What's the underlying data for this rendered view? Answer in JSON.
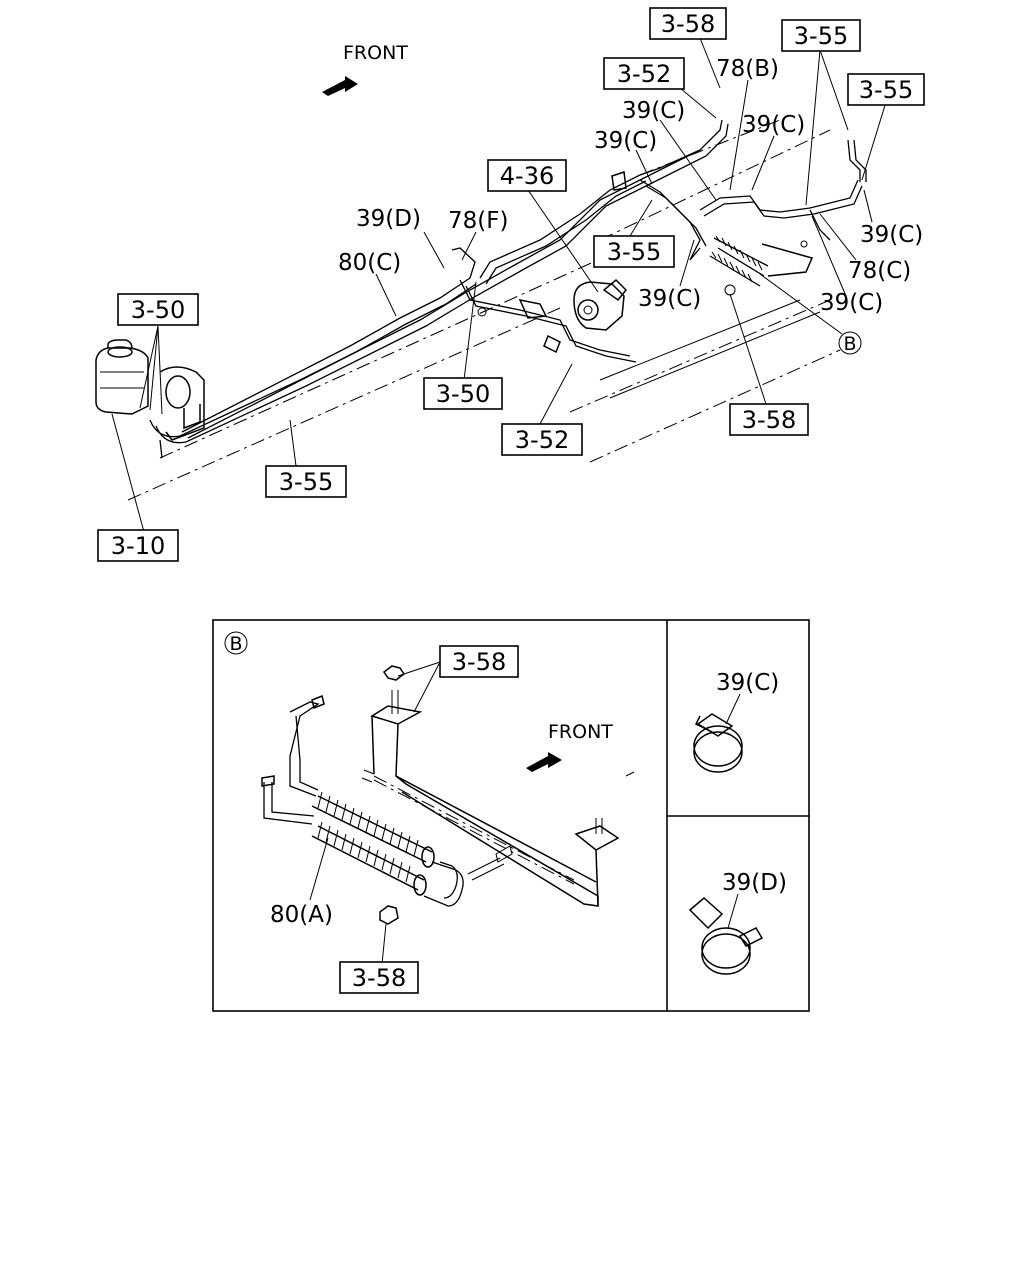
{
  "main": {
    "front_label": "FRONT",
    "callouts": {
      "c_3_58_top": "3-58",
      "c_3_52_top": "3-52",
      "c_3_55_topright": "3-55",
      "c_3_55_right": "3-55",
      "c_4_36": "4-36",
      "c_3_55_mid": "3-55",
      "c_3_50_left": "3-50",
      "c_3_50_mid": "3-50",
      "c_3_52_bottom": "3-52",
      "c_3_58_bottom": "3-58",
      "c_3_55_bottom": "3-55",
      "c_3_10": "3-10"
    },
    "labels": {
      "l_78b": "78(B)",
      "l_39c_1": "39(C)",
      "l_39c_2": "39(C)",
      "l_39c_3": "39(C)",
      "l_39c_4": "39(C)",
      "l_39c_5": "39(C)",
      "l_39c_6": "39(C)",
      "l_39d": "39(D)",
      "l_78f": "78(F)",
      "l_80c": "80(C)",
      "l_78c": "78(C)",
      "l_b_marker": "B"
    }
  },
  "detail_b": {
    "marker": "B",
    "front_label": "FRONT",
    "callout_3_58_top": "3-58",
    "callout_3_58_bottom": "3-58",
    "label_80a": "80(A)"
  },
  "inset_39c": {
    "label": "39(C)"
  },
  "inset_39d": {
    "label": "39(D)"
  }
}
